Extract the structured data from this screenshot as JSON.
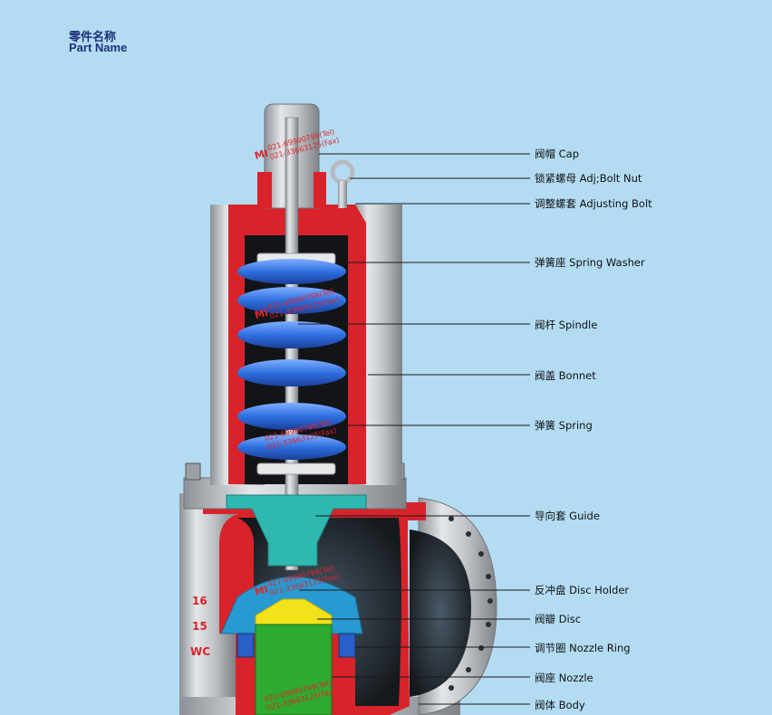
{
  "header": {
    "title_cn": "零件名称",
    "title_en": "Part Name"
  },
  "parts": [
    {
      "cn": "阀帽",
      "en": "Cap"
    },
    {
      "cn": "锁紧螺母",
      "en": "Adj;Bolt Nut"
    },
    {
      "cn": "调整螺套",
      "en": "Adjusting Bolt"
    },
    {
      "cn": "弹簧座",
      "en": "Spring Washer"
    },
    {
      "cn": "阀杆",
      "en": "Spindle"
    },
    {
      "cn": "阀盖",
      "en": "Bonnet"
    },
    {
      "cn": "弹簧",
      "en": "Spring"
    },
    {
      "cn": "导向套",
      "en": "Guide"
    },
    {
      "cn": "反冲盘",
      "en": "Disc Holder"
    },
    {
      "cn": "阀瓣",
      "en": "Disc"
    },
    {
      "cn": "调节圈",
      "en": "Nozzle Ring"
    },
    {
      "cn": "阀座",
      "en": "Nozzle"
    },
    {
      "cn": "阀体",
      "en": "Body"
    }
  ],
  "labels": {
    "cap": "阀帽 Cap",
    "adj_bolt_nut": "锁紧螺母 Adj;Bolt Nut",
    "adjusting_bolt": "调整螺套 Adjusting Bolt",
    "spring_washer": "弹簧座 Spring Washer",
    "spindle": "阀杆 Spindle",
    "bonnet": "阀盖 Bonnet",
    "spring": "弹簧 Spring",
    "guide": "导向套 Guide",
    "disc_holder": "反冲盘 Disc Holder",
    "disc": "阀瓣 Disc",
    "nozzle_ring": "调节圈 Nozzle Ring",
    "nozzle": "阀座 Nozzle",
    "body": "阀体  Body"
  },
  "watermark": {
    "tel": "021-69990799(Tel)",
    "fax": "021-33663125(Fax)",
    "logo": "MI"
  },
  "body_marking": {
    "line1": "16",
    "line2": "15",
    "line3": "WC"
  },
  "colors": {
    "background": "#b3dcf3",
    "title": "#1d2f7a",
    "body_red": "#d8232a",
    "spring_blue": "#2f6fe0",
    "guide_teal": "#2fb8b0",
    "disc_yellow": "#f2e21a",
    "nozzle_green": "#2eaa2e",
    "steel": "#c9ccd0"
  }
}
